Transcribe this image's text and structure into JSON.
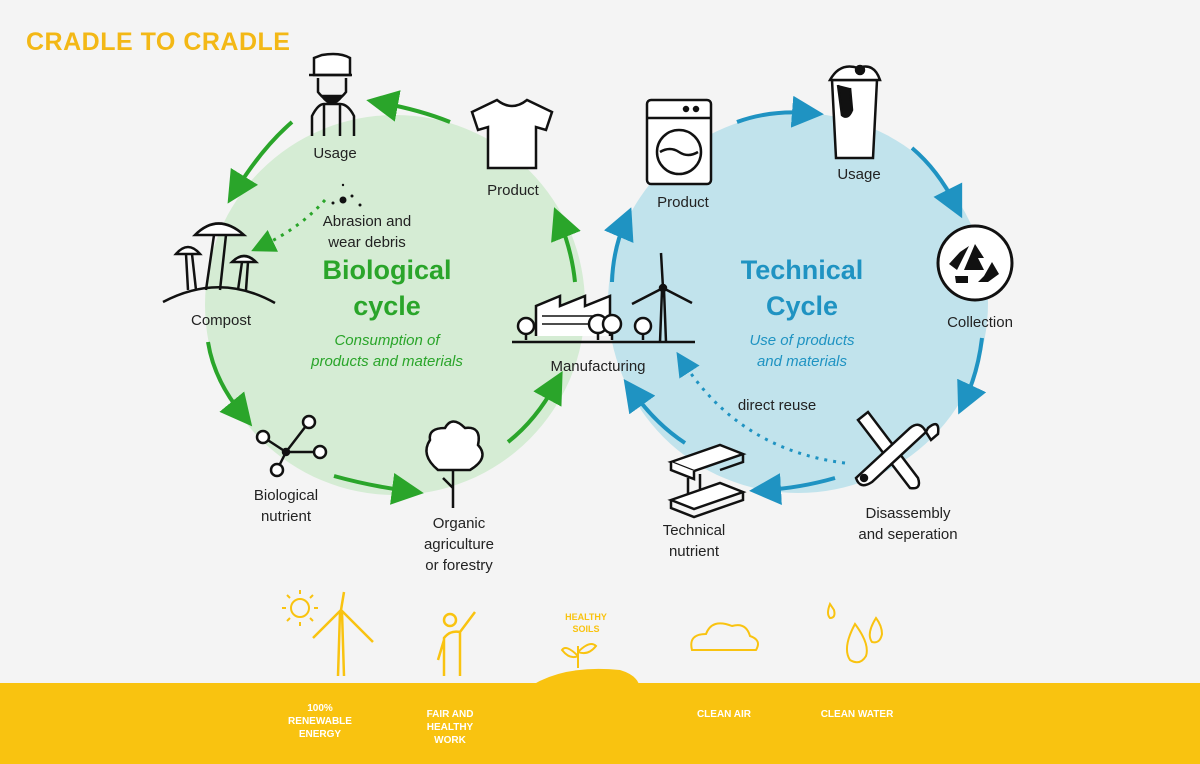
{
  "title": "CRADLE TO CRADLE",
  "biological": {
    "title": "Biological\ncycle",
    "subtitle": "Consumption of\nproducts and materials",
    "color": "#2aa52a",
    "fill": "#d5ecd4",
    "nodes": {
      "usage": "Usage",
      "product": "Product",
      "abrasion": "Abrasion and\nwear debris",
      "compost": "Compost",
      "nutrient": "Biological\nnutrient",
      "agriculture": "Organic\nagriculture\nor forestry"
    }
  },
  "technical": {
    "title": "Technical\nCycle",
    "subtitle": "Use of products\nand materials",
    "color": "#1f93c2",
    "fill": "#c1e3ec",
    "nodes": {
      "product": "Product",
      "usage": "Usage",
      "collection": "Collection",
      "disassembly": "Disassembly\nand seperation",
      "nutrient": "Technical\nnutrient",
      "reuse": "direct reuse"
    }
  },
  "manufacturing": "Manufacturing",
  "bottom": {
    "color": "#f9c310",
    "energy": "100%\nRENEWABLE\nENERGY",
    "work": "FAIR AND\nHEALTHY\nWORK",
    "soils": "HEALTHY\nSOILS",
    "air": "CLEAN AIR",
    "water": "CLEAN WATER"
  }
}
